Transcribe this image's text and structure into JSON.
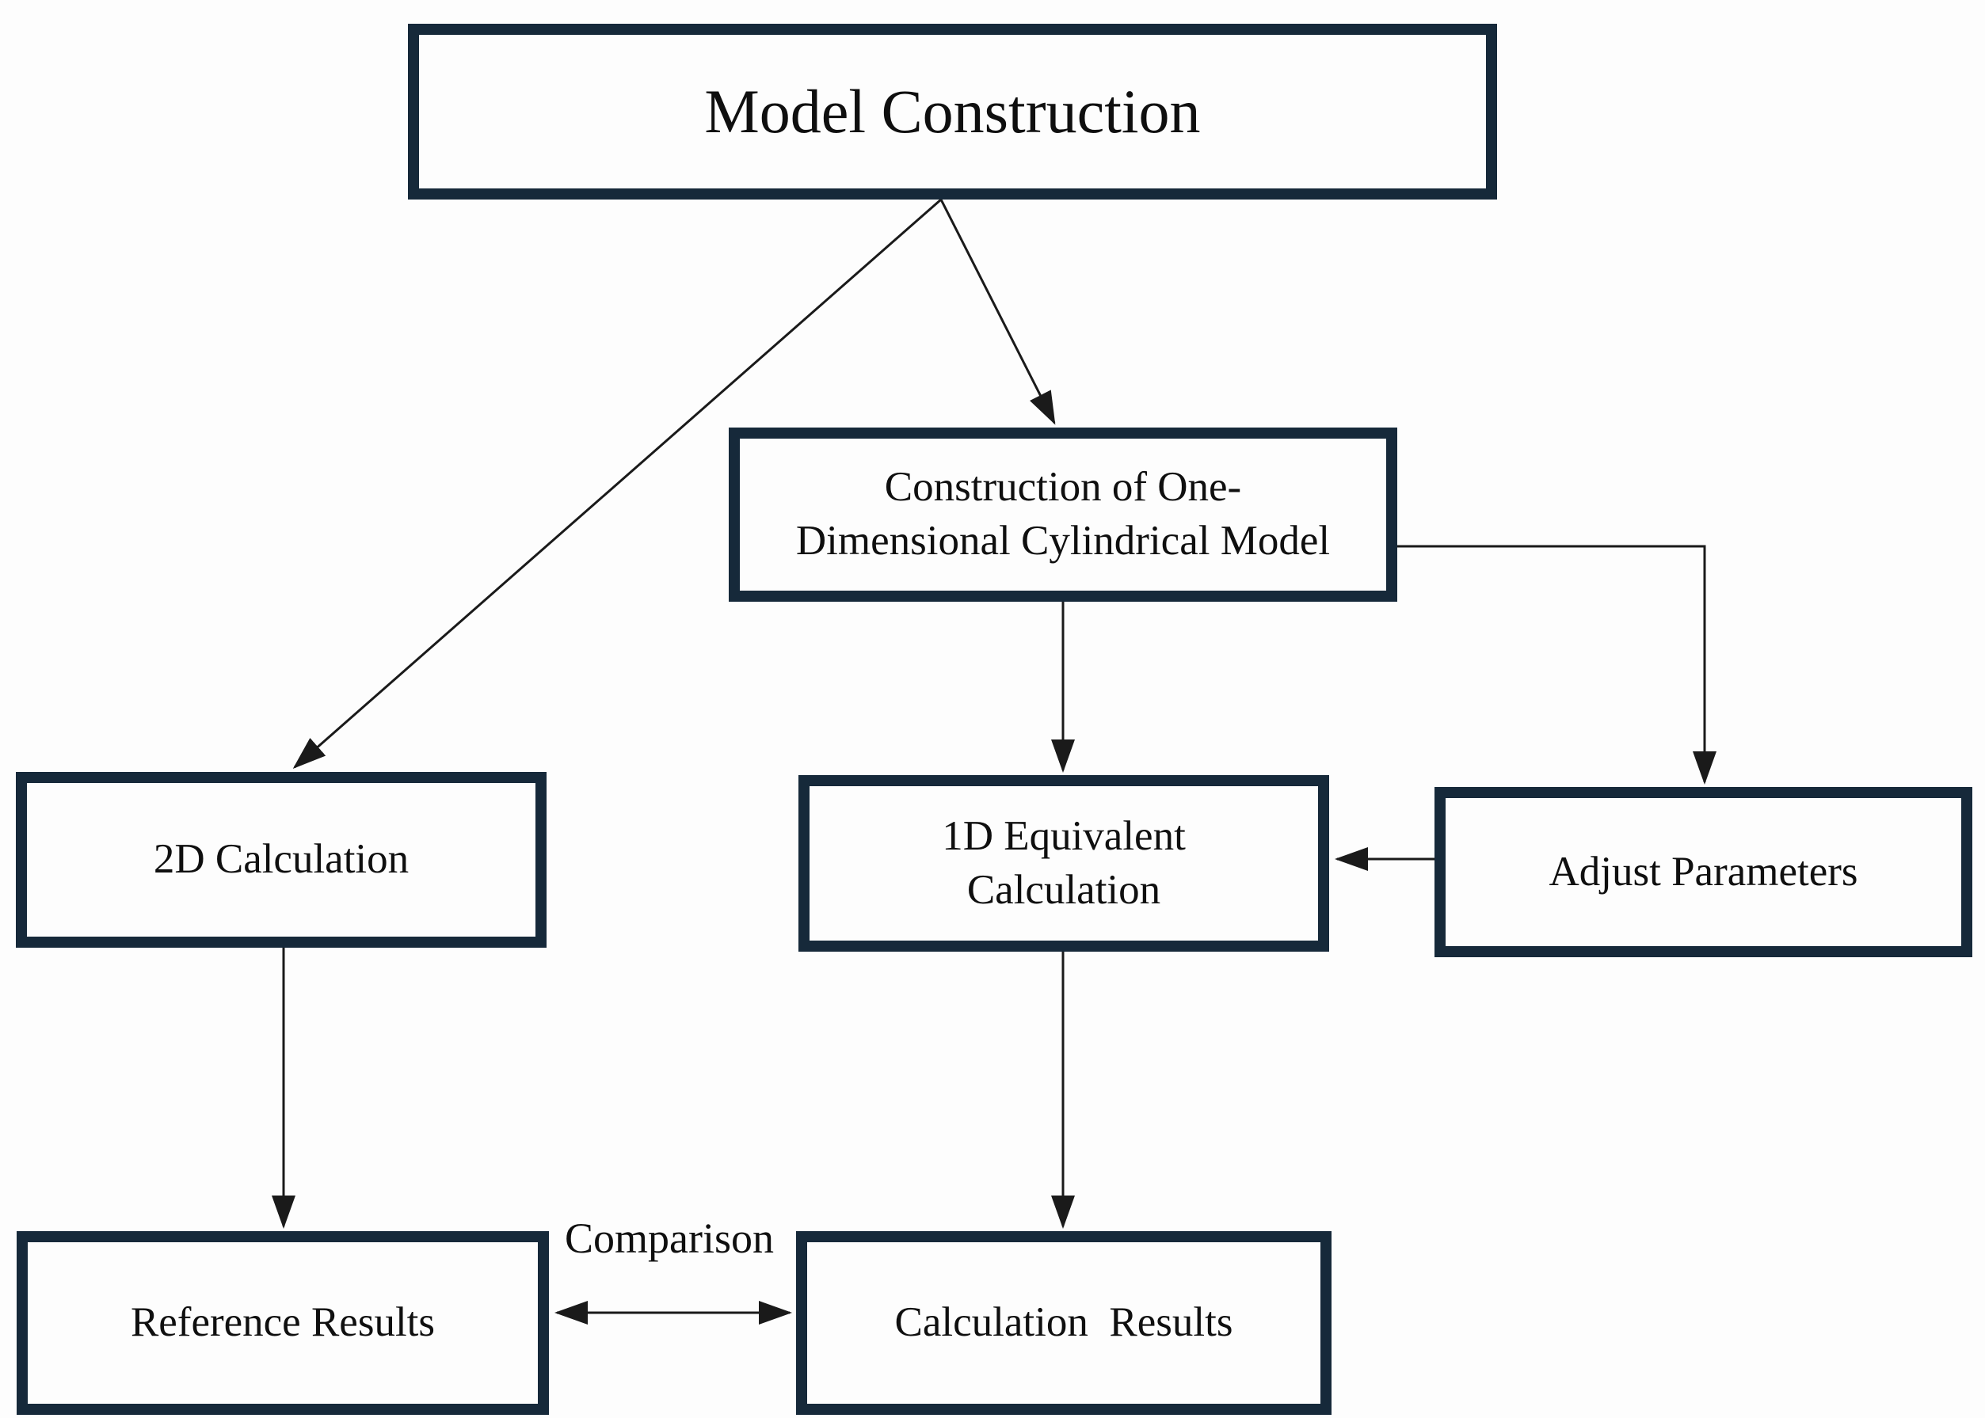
{
  "diagram": {
    "title": "Model Construction flowchart",
    "nodes": {
      "model_construction": {
        "label": "Model Construction"
      },
      "construction_1d": {
        "label": "Construction of One-\nDimensional Cylindrical Model"
      },
      "calc_2d": {
        "label": "2D Calculation"
      },
      "equiv_1d": {
        "label": "1D Equivalent\nCalculation"
      },
      "adjust_params": {
        "label": "Adjust Parameters"
      },
      "reference_results": {
        "label": "Reference Results"
      },
      "calculation_results": {
        "label": "Calculation  Results"
      }
    },
    "edge_labels": {
      "comparison": "Comparison"
    },
    "edges": [
      {
        "from": "model_construction",
        "to": "construction_1d",
        "type": "arrow"
      },
      {
        "from": "model_construction",
        "to": "calc_2d",
        "type": "arrow"
      },
      {
        "from": "construction_1d",
        "to": "equiv_1d",
        "type": "arrow"
      },
      {
        "from": "construction_1d",
        "to": "adjust_params",
        "type": "arrow"
      },
      {
        "from": "adjust_params",
        "to": "equiv_1d",
        "type": "arrow"
      },
      {
        "from": "calc_2d",
        "to": "reference_results",
        "type": "arrow"
      },
      {
        "from": "equiv_1d",
        "to": "calculation_results",
        "type": "arrow"
      },
      {
        "from": "reference_results",
        "to": "calculation_results",
        "type": "double-arrow",
        "label": "Comparison"
      }
    ],
    "colors": {
      "box_border": "#16293a",
      "box_fill": "#fdfdfd",
      "line": "#1a1a1a",
      "text": "#0f0f0f",
      "background": "#fdfdfd"
    }
  }
}
